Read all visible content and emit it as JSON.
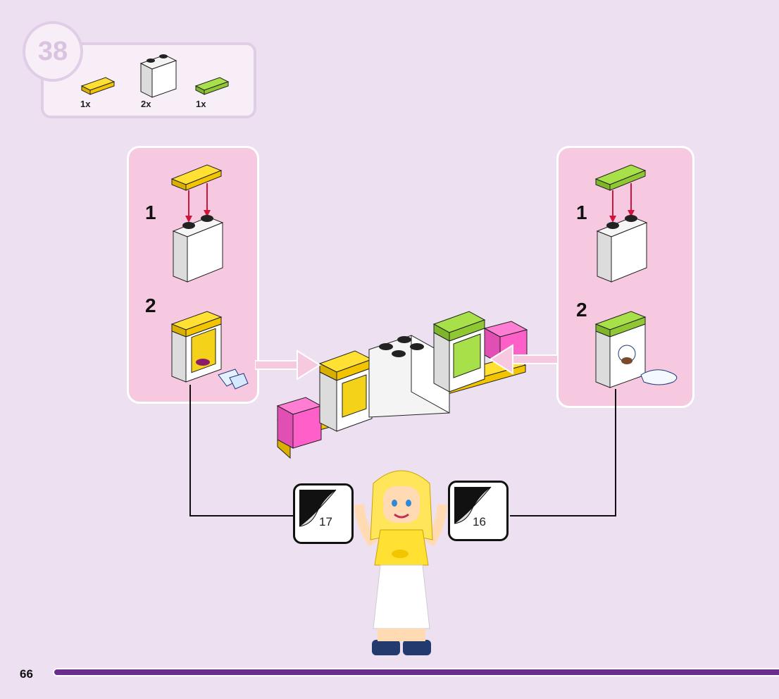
{
  "step": {
    "number": "38"
  },
  "parts": [
    {
      "qty": "1x",
      "name": "yellow-tile-icon"
    },
    {
      "qty": "2x",
      "name": "white-brick-icon"
    },
    {
      "qty": "1x",
      "name": "lime-tile-icon"
    }
  ],
  "left_panel": {
    "sub1": "1",
    "sub2": "2"
  },
  "right_panel": {
    "sub1": "1",
    "sub2": "2"
  },
  "stickers": {
    "left": "17",
    "right": "16"
  },
  "page": {
    "number": "66"
  },
  "colors": {
    "background": "#ede1f1",
    "panel": "#f6c9e0",
    "accent": "#6a2f8c"
  }
}
